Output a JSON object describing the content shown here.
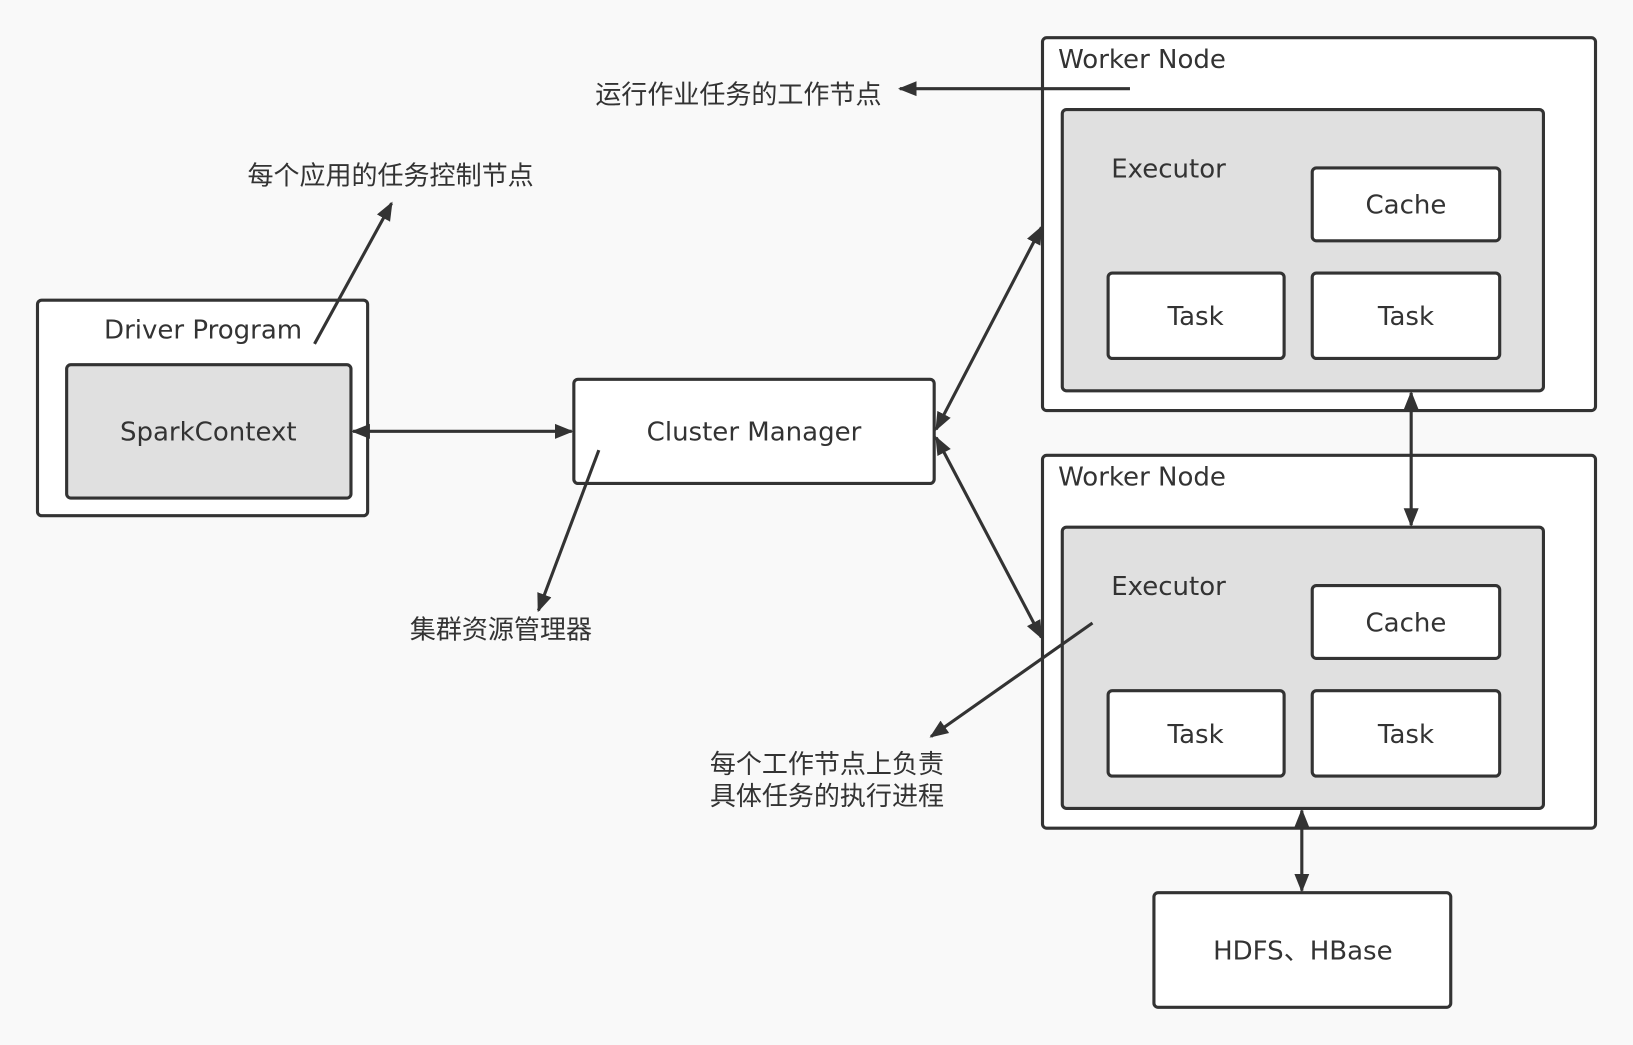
{
  "driver": {
    "title": "Driver Program",
    "context": "SparkContext",
    "annotation": "每个应用的任务控制节点"
  },
  "cluster_manager": {
    "label": "Cluster Manager",
    "annotation": "集群资源管理器"
  },
  "worker_annotation": "运行作业任务的工作节点",
  "executor_annotation": [
    "每个工作节点上负责",
    "具体任务的执行进程"
  ],
  "workers": [
    {
      "title": "Worker Node",
      "executor": "Executor",
      "cache": "Cache",
      "tasks": [
        "Task",
        "Task"
      ]
    },
    {
      "title": "Worker Node",
      "executor": "Executor",
      "cache": "Cache",
      "tasks": [
        "Task",
        "Task"
      ]
    }
  ],
  "storage": {
    "label": "HDFS、HBase"
  },
  "colors": {
    "background": "#f9f9f9",
    "stroke": "#333333",
    "executor_fill": "#e0e0e0"
  }
}
